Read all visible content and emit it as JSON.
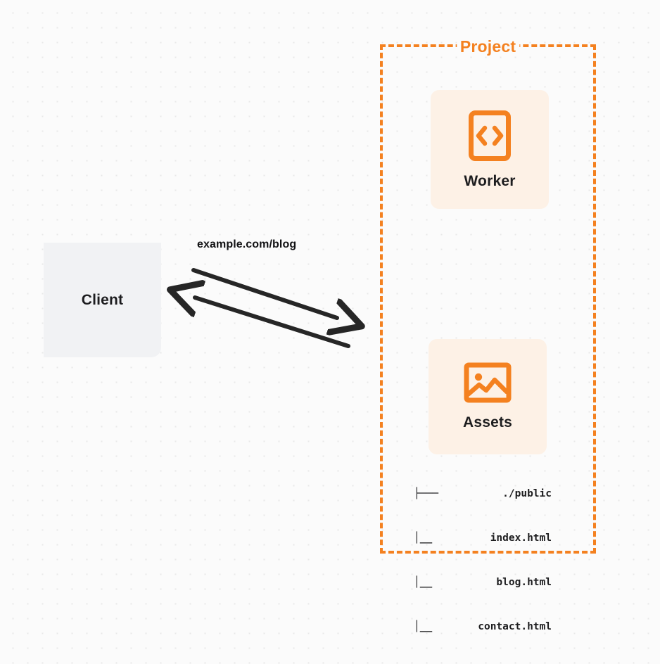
{
  "diagram": {
    "title": "Project",
    "client": {
      "label": "Client"
    },
    "connection": {
      "label": "example.com/blog",
      "request_arrow_name": "request-arrow",
      "response_arrow_name": "response-arrow"
    },
    "project": {
      "label": "Project",
      "nodes": [
        {
          "label": "Worker",
          "icon": "code-brackets-icon"
        },
        {
          "label": "Assets",
          "icon": "image-icon"
        }
      ],
      "file_tree": [
        {
          "branch": "├───",
          "name": "./public"
        },
        {
          "branch": "│__",
          "name": "index.html"
        },
        {
          "branch": "│__",
          "name": "blog.html"
        },
        {
          "branch": "│__",
          "name": "contact.html"
        }
      ]
    },
    "colors": {
      "accent": "#f48120",
      "card_fill": "#fdf1e6",
      "client_fill": "#f1f2f4",
      "text": "#1d1d1f",
      "background": "#fbfbfb",
      "arrow": "#262626"
    }
  }
}
